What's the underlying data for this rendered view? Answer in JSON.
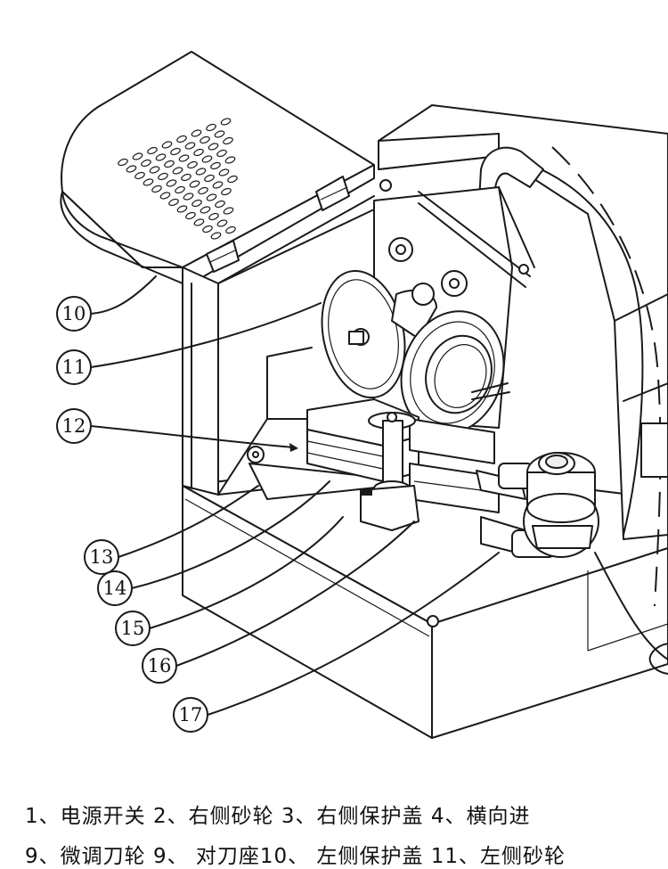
{
  "callouts": [
    {
      "number": "10"
    },
    {
      "number": "11"
    },
    {
      "number": "12"
    },
    {
      "number": "13"
    },
    {
      "number": "14"
    },
    {
      "number": "15"
    },
    {
      "number": "16"
    },
    {
      "number": "17"
    }
  ],
  "legend": {
    "line1": "1、电源开关  2、右侧砂轮  3、右侧保护盖  4、横向进",
    "line2": "9、微调刀轮 9、 对刀座10、 左侧保护盖  11、左侧砂轮"
  }
}
